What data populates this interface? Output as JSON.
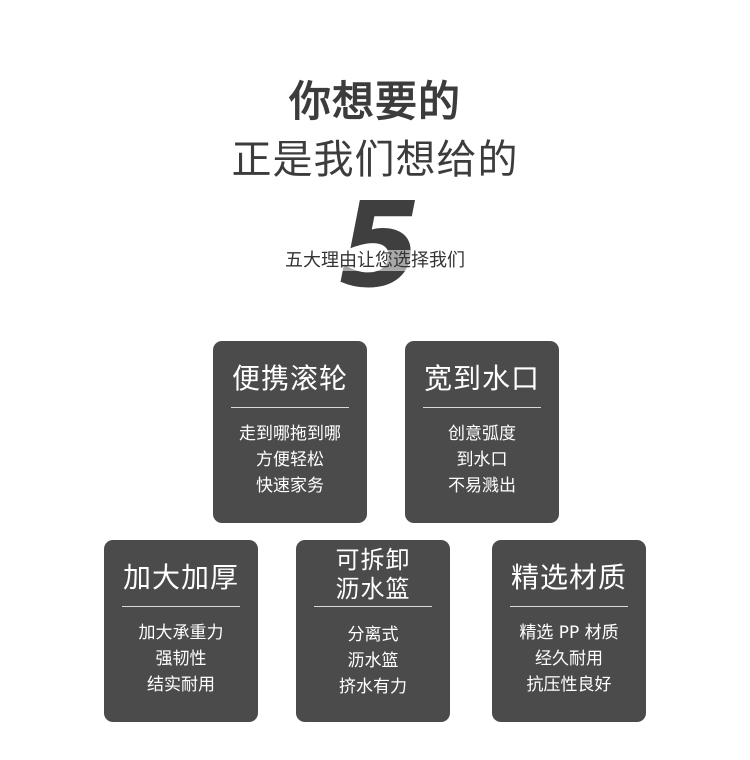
{
  "header": {
    "line1": "你想要的",
    "line2": "正是我们想给的",
    "number": "5",
    "caption": "五大理由让您选择我们"
  },
  "cards": [
    {
      "title": "便携滚轮",
      "lines": [
        "走到哪拖到哪",
        "方便轻松",
        "快速家务"
      ]
    },
    {
      "title": "宽到水口",
      "lines": [
        "创意弧度",
        "到水口",
        "不易溅出"
      ]
    },
    {
      "title": "加大加厚",
      "lines": [
        "加大承重力",
        "强韧性",
        "结实耐用"
      ]
    },
    {
      "title_lines": [
        "可拆卸",
        "沥水篮"
      ],
      "lines": [
        "分离式",
        "沥水篮",
        "挤水有力"
      ]
    },
    {
      "title": "精选材质",
      "lines": [
        "精选 PP 材质",
        "经久耐用",
        "抗压性良好"
      ]
    }
  ]
}
